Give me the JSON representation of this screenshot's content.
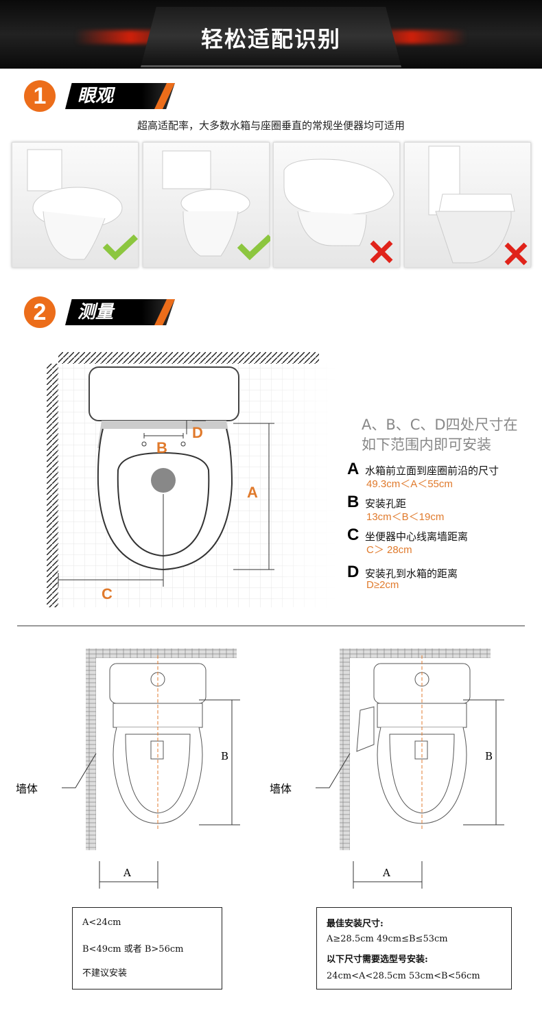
{
  "header": {
    "title": "轻松适配识别"
  },
  "section1": {
    "number": "1",
    "title": "眼观",
    "subtitle": "超高适配率，大多数水箱与座圈垂直的常规坐便器均可适用",
    "photos": [
      {
        "name": "one-piece-toilet",
        "mark": "check-icon",
        "color": "#8cc63f"
      },
      {
        "name": "two-piece-toilet",
        "mark": "check-icon",
        "color": "#8cc63f"
      },
      {
        "name": "round-integrated-toilet",
        "mark": "cross-icon",
        "color": "#e0231a"
      },
      {
        "name": "square-toilet",
        "mark": "cross-icon",
        "color": "#e0231a"
      }
    ]
  },
  "section2": {
    "number": "2",
    "title": "测量",
    "diagram_labels": {
      "a": "A",
      "b": "B",
      "c": "C",
      "d": "D"
    },
    "heading_line1": "A、B、C、D四处尺寸在",
    "heading_line2": "如下范围内即可安装",
    "items": [
      {
        "letter": "A",
        "label": "水箱前立面到座圈前沿的尺寸",
        "range": "49.3cm＜A＜55cm"
      },
      {
        "letter": "B",
        "label": "安装孔距",
        "range": "13cm＜B＜19cm"
      },
      {
        "letter": "C",
        "label": "坐便器中心线离墙距离",
        "range": "C＞ 28cm"
      },
      {
        "letter": "D",
        "label": "安装孔到水箱的距离",
        "range": "D≥2cm"
      }
    ]
  },
  "lower": {
    "left": {
      "wall_label": "墙体",
      "a": "A",
      "b": "B",
      "box": [
        "A<24cm",
        "B<49cm  或者  B>56cm",
        "不建议安装"
      ]
    },
    "right": {
      "wall_label": "墙体",
      "a": "A",
      "b": "B",
      "box": [
        "最佳安装尺寸:",
        "A≥28.5cm  49cm≤B≤53cm",
        "以下尺寸需要选型号安装:",
        "24cm<A<28.5cm  53cm<B<56cm"
      ]
    }
  },
  "colors": {
    "accent": "#ec6d1a",
    "measure": "#e07a2c",
    "check": "#8cc63f",
    "cross": "#e0231a"
  }
}
